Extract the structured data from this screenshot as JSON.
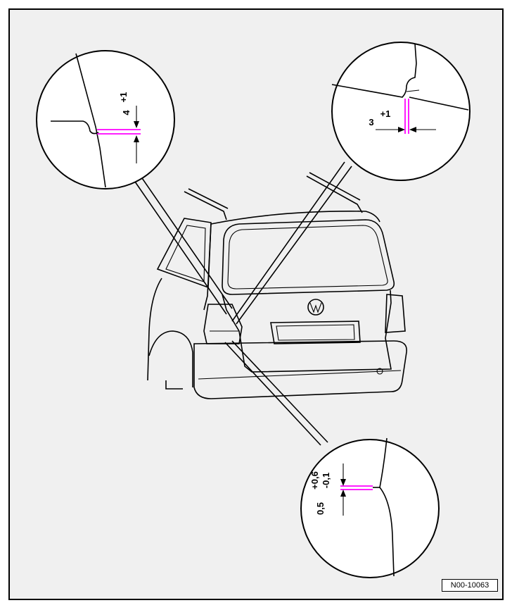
{
  "figure_id": "N00-10063",
  "accent_color": "#ff00ff",
  "details": {
    "top_left": {
      "label_main": "4",
      "label_tol": "+1"
    },
    "top_right": {
      "label_main": "3",
      "label_tol": "+1"
    },
    "bottom": {
      "label_main": "0,5",
      "label_tol_upper": "+0,6",
      "label_tol_lower": "-0,1"
    }
  }
}
